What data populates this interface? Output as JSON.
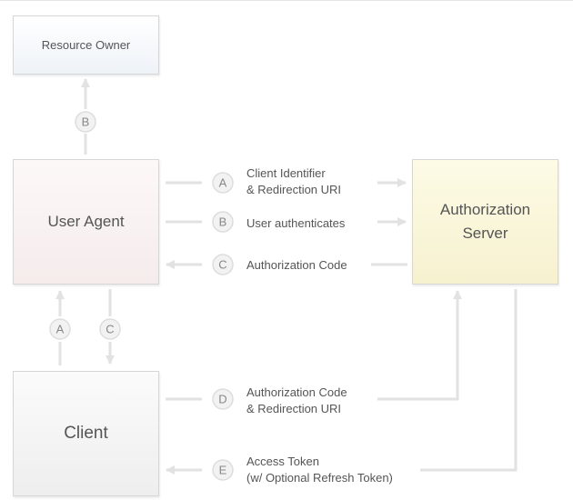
{
  "nodes": {
    "resource_owner": "Resource Owner",
    "user_agent": "User Agent",
    "authorization_server": "Authorization Server",
    "client": "Client"
  },
  "steps": {
    "a": "A",
    "b": "B",
    "c": "C",
    "d": "D",
    "e": "E"
  },
  "flows": {
    "a_line1": "Client Identifier",
    "a_line2": "& Redirection URI",
    "b": "User authenticates",
    "c": "Authorization Code",
    "d_line1": "Authorization Code",
    "d_line2": "& Redirection URI",
    "e_line1": "Access Token",
    "e_line2": "(w/ Optional Refresh Token)"
  },
  "colors": {
    "line": "#e2e2e2",
    "badge_fill": "#f2f2f2",
    "badge_stroke": "#dddddd",
    "text": "#555555"
  }
}
